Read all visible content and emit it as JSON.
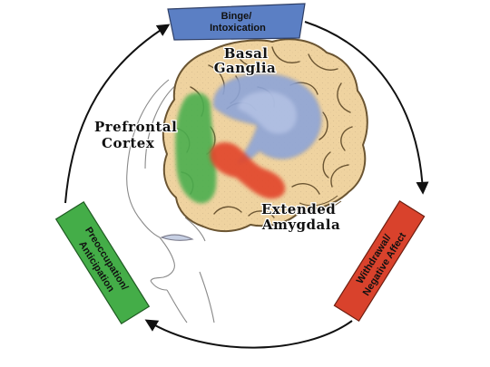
{
  "stages": {
    "binge": {
      "line1": "Binge/",
      "line2": "Intoxication",
      "color": "#5b7fc4"
    },
    "withdrawal": {
      "line1": "Withdrawal/",
      "line2": "Negative Affect",
      "color": "#d9422c"
    },
    "preoccupation": {
      "line1": "Preoccupation/",
      "line2": "Anticipation",
      "color": "#44ad48"
    }
  },
  "regions": {
    "basal_ganglia": {
      "line1": "Basal",
      "line2": "Ganglia",
      "color": "#8ea5d8"
    },
    "prefrontal_cortex": {
      "line1": "Prefrontal",
      "line2": "Cortex",
      "color": "#4caf50"
    },
    "extended_amygdala": {
      "line1": "Extended",
      "line2": "Amygdala",
      "color": "#e2442c"
    }
  },
  "colors": {
    "brain": "#efd3a0",
    "brain_outline": "#6b5532",
    "cycle_arrows": "#111111"
  }
}
